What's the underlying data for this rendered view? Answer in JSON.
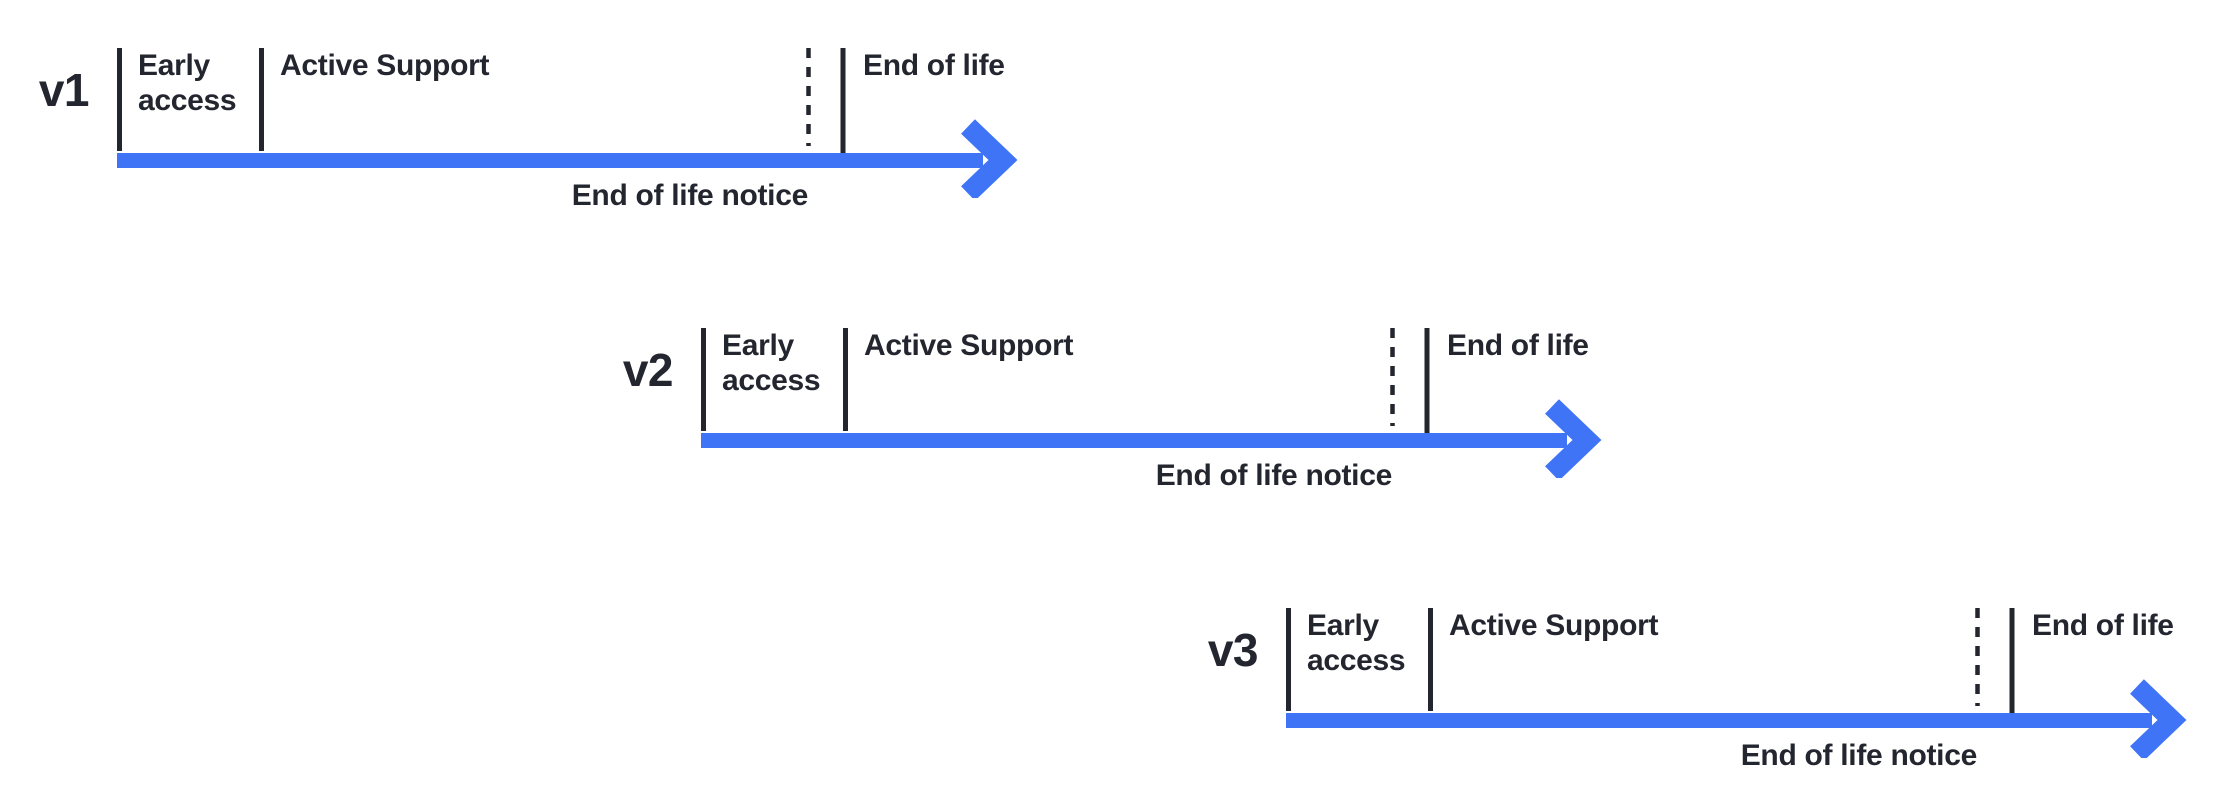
{
  "diagram": {
    "kind": "version-lifecycle-timelines",
    "accent_color": "#3E74F5",
    "text_color": "#23262E",
    "timelines": [
      {
        "version": "v1",
        "phases": {
          "early_access": "Early access",
          "active_support": "Active Support",
          "end_of_life": "End of life",
          "end_of_life_notice": "End of life notice"
        }
      },
      {
        "version": "v2",
        "phases": {
          "early_access": "Early access",
          "active_support": "Active Support",
          "end_of_life": "End of life",
          "end_of_life_notice": "End of life notice"
        }
      },
      {
        "version": "v3",
        "phases": {
          "early_access": "Early access",
          "active_support": "Active Support",
          "end_of_life": "End of life",
          "end_of_life_notice": "End of life notice"
        }
      }
    ]
  }
}
